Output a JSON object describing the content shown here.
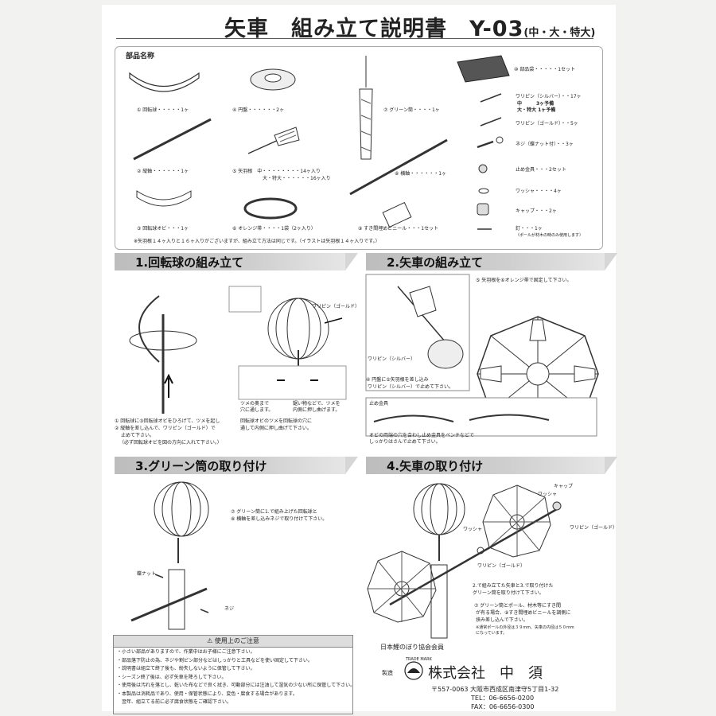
{
  "title": {
    "main": "矢車　組み立て説明書　Y-03",
    "sub": "(中・大・特大)"
  },
  "parts": {
    "heading": "部品名称",
    "items": [
      "① 回転球・・・・・1ヶ",
      "④ 円盤・・・・・・2ヶ",
      "⑦ グリーン筒・・・・1ヶ",
      "② 縦軸・・・・・・1ヶ",
      "⑤ 矢羽根　中・・・・・・・・14ヶ入り",
      "大・特大・・・・・・16ヶ入り",
      "⑧ 横軸・・・・・・1ヶ",
      "③ 回転球オビ・・・1ヶ",
      "⑥ オレンジ帯・・・・1袋（2ヶ入り）",
      "⑨ すき間埋めビニール・・・1セット"
    ],
    "right_items": [
      "⑩ 部品袋・・・・・1セット",
      "ワリピン（シルバー）・・17ヶ",
      "中　　　3ヶ予備",
      "大・特大 1ヶ予備",
      "ワリピン（ゴールド）・・5ヶ",
      "ネジ（蝶ナット付）・・3ヶ",
      "止め金具・・・2セット",
      "ワッシャ・・・・4ヶ",
      "キャップ・・・2ヶ",
      "釘・・・1ヶ",
      "（ポールが材木の時のみ使用します）"
    ],
    "note": "※矢羽根１４ヶ入りと１６ヶ入りがございますが、組み立て方法は同じです。（イラストは矢羽根１４ヶ入りです。）"
  },
  "sections": {
    "s1": {
      "title": "1.回転球の組み立て",
      "gold_pin": "ワリピン（ゴールド）",
      "steps": [
        "① 回転球に③回転球オビをひろげて、ツメを起し",
        "② 縦軸を差し込んで、ワリピン（ゴールド）で",
        "止めて下さい。",
        "（必ず回転球オビを図の方向に入れて下さい。）"
      ],
      "claw_notes": [
        "ツメの奥まで",
        "穴に通します。",
        "鋸い物などで、ツメを",
        "内側に押し曲げます。"
      ],
      "claw_note2": [
        "回転球オビのツメを回転球の穴に",
        "通して内側に押し曲げて下さい。"
      ]
    },
    "s2": {
      "title": "2.矢車の組み立て",
      "fix_note": "⑤ 矢羽根を⑥オレンジ帯で固定して下さい。",
      "silver_pin": "ワリピン（シルバー）",
      "steps": [
        "④ 円盤に⑤矢羽根を差し込み",
        "ワリピン（シルバー）で止めて下さい。"
      ],
      "fitting_label": "止め金具",
      "fitting_note": [
        "オビの両端の穴を合わし止め金具をペンチなどで",
        "しっかりはさんで止めて下さい。"
      ]
    },
    "s3": {
      "title": "3.グリーン筒の取り付け",
      "steps": [
        "⑦ グリーン筒に1.で組み上げた回転球と",
        "⑧ 横軸を差し込みネジで取り付けて下さい。"
      ],
      "wing_nut": "蝶ナット",
      "screw": "ネジ"
    },
    "s4": {
      "title": "4.矢車の取り付け",
      "cap": "キャップ",
      "washer": "ワッシャ",
      "gold_pin": "ワリピン（ゴールド）",
      "steps": [
        "2.で組み立てた矢車と3.で取り付けた",
        "グリーン筒を取り付けて下さい。"
      ],
      "steps2": [
        "⑦ グリーン筒とポール、材木等にすき間",
        "が有る場合、⑨すき間埋めビニールを調側に",
        "挟み差し込んで下さい。"
      ],
      "pole_note": [
        "※通常ポールの外径は３９mm、矢車の内径は５０mm",
        "になっています。"
      ]
    }
  },
  "caution": {
    "title": "使用上のご注意",
    "lines": [
      "・小さい部品がありますので、作業中はお子様にご注意下さい。",
      "・部品落下防止の為、ネジや割ピン部分などはしっかりと工具などを使い固定して下さい。",
      "・説明書は組立て終了後も、紛失しないように保管して下さい。",
      "・シーズン終了後は、必ず矢車を降ろして下さい。",
      "・使用後は汚れを落とし、乾いた布などで良く拭き、可動部分には注油して湿気の少ない所に保管して下さい。",
      "・本製品は消耗品であり、使用・保管状態により、変色・腐食する場合があります。",
      "　翌年、組立てる前に必ず腐食状態をご確認下さい。"
    ]
  },
  "maker": {
    "assoc": "日本鯉のぼり協会会員",
    "trademark": "TRADE MARK",
    "made_by": "製造",
    "company": "株式会社　中　須",
    "address": "〒557-0063 大阪市西成区南津守5丁目1-32",
    "tel": "TEL：06-6656-0200",
    "fax": "FAX：06-6656-0300"
  }
}
